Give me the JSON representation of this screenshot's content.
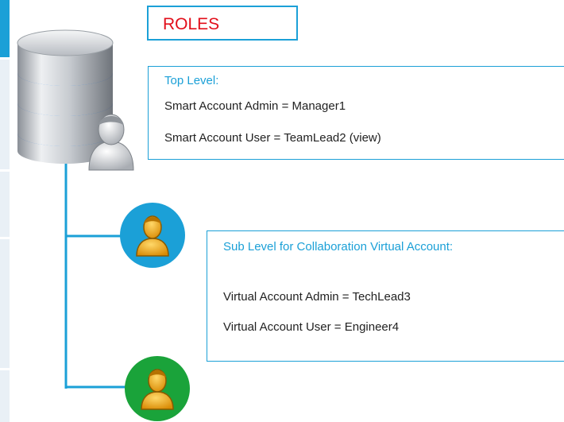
{
  "roles_title": "ROLES",
  "top_level": {
    "heading": "Top Level:",
    "lines": [
      "Smart Account Admin = Manager1",
      "Smart Account User = TeamLead2 (view)"
    ]
  },
  "sub_level": {
    "heading": "Sub Level for Collaboration Virtual Account:",
    "lines": [
      "Virtual Account Admin = TechLead3",
      "Virtual Account User = Engineer4"
    ]
  },
  "colors": {
    "accent_blue": "#1ba0d7",
    "title_red": "#e20e1a",
    "avatar_blue_bg": "#1ba0d7",
    "avatar_green_bg": "#1aa33a",
    "avatar_face": "#f3b21b",
    "db_highlight": "#2f86e8"
  },
  "icons": [
    "database-icon",
    "user-icon",
    "user-icon",
    "user-icon"
  ]
}
